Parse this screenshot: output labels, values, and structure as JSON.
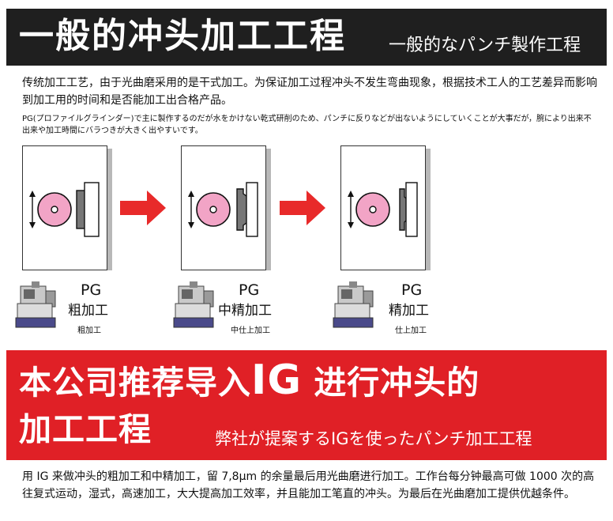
{
  "header": {
    "title": "一般的冲头加工工程",
    "subtitle": "一般的なパンチ製作工程"
  },
  "intro_cn": "传统加工工艺，由于光曲磨采用的是干式加工。为保证加工过程冲头不发生弯曲现象，根据技术工人的工艺差异而影响到加工用的时间和是否能加工出合格产品。",
  "intro_jp": "PG(プロファイルグラインダー)で主に製作するのだが水をかけない乾式研削のため、パンチに反りなどが出ないようにしていくことが大事だが，腕により出来不出来や加工時間にバラつきが大きく出やすいです。",
  "stages": [
    {
      "machine": "PG",
      "cn": "粗加工",
      "jp": "粗加工"
    },
    {
      "machine": "PG",
      "cn": "中精加工",
      "jp": "中仕上加工"
    },
    {
      "machine": "PG",
      "cn": "精加工",
      "jp": "仕上加工"
    }
  ],
  "banner": {
    "line1_pre": "本公司推荐导入",
    "line1_ig": "IG",
    "line1_post": "进行冲头的",
    "line2": "加工工程",
    "subtitle": "弊社が提案するIGを使ったパンチ加工工程"
  },
  "outro_cn": "用 IG 来做冲头的粗加工和中精加工，留 7,8μm 的余量最后用光曲磨进行加工。工作台每分钟最高可做 1000 次的高往复式运动，湿式，高速加工，大大提高加工效率，并且能加工笔直的冲头。为最后在光曲磨加工提供优越条件。",
  "colors": {
    "header_bg": "#1f1f1f",
    "banner_red": "#e02026",
    "arrow_red": "#e82a2a",
    "wheel_pink": "#f2a4c6"
  }
}
